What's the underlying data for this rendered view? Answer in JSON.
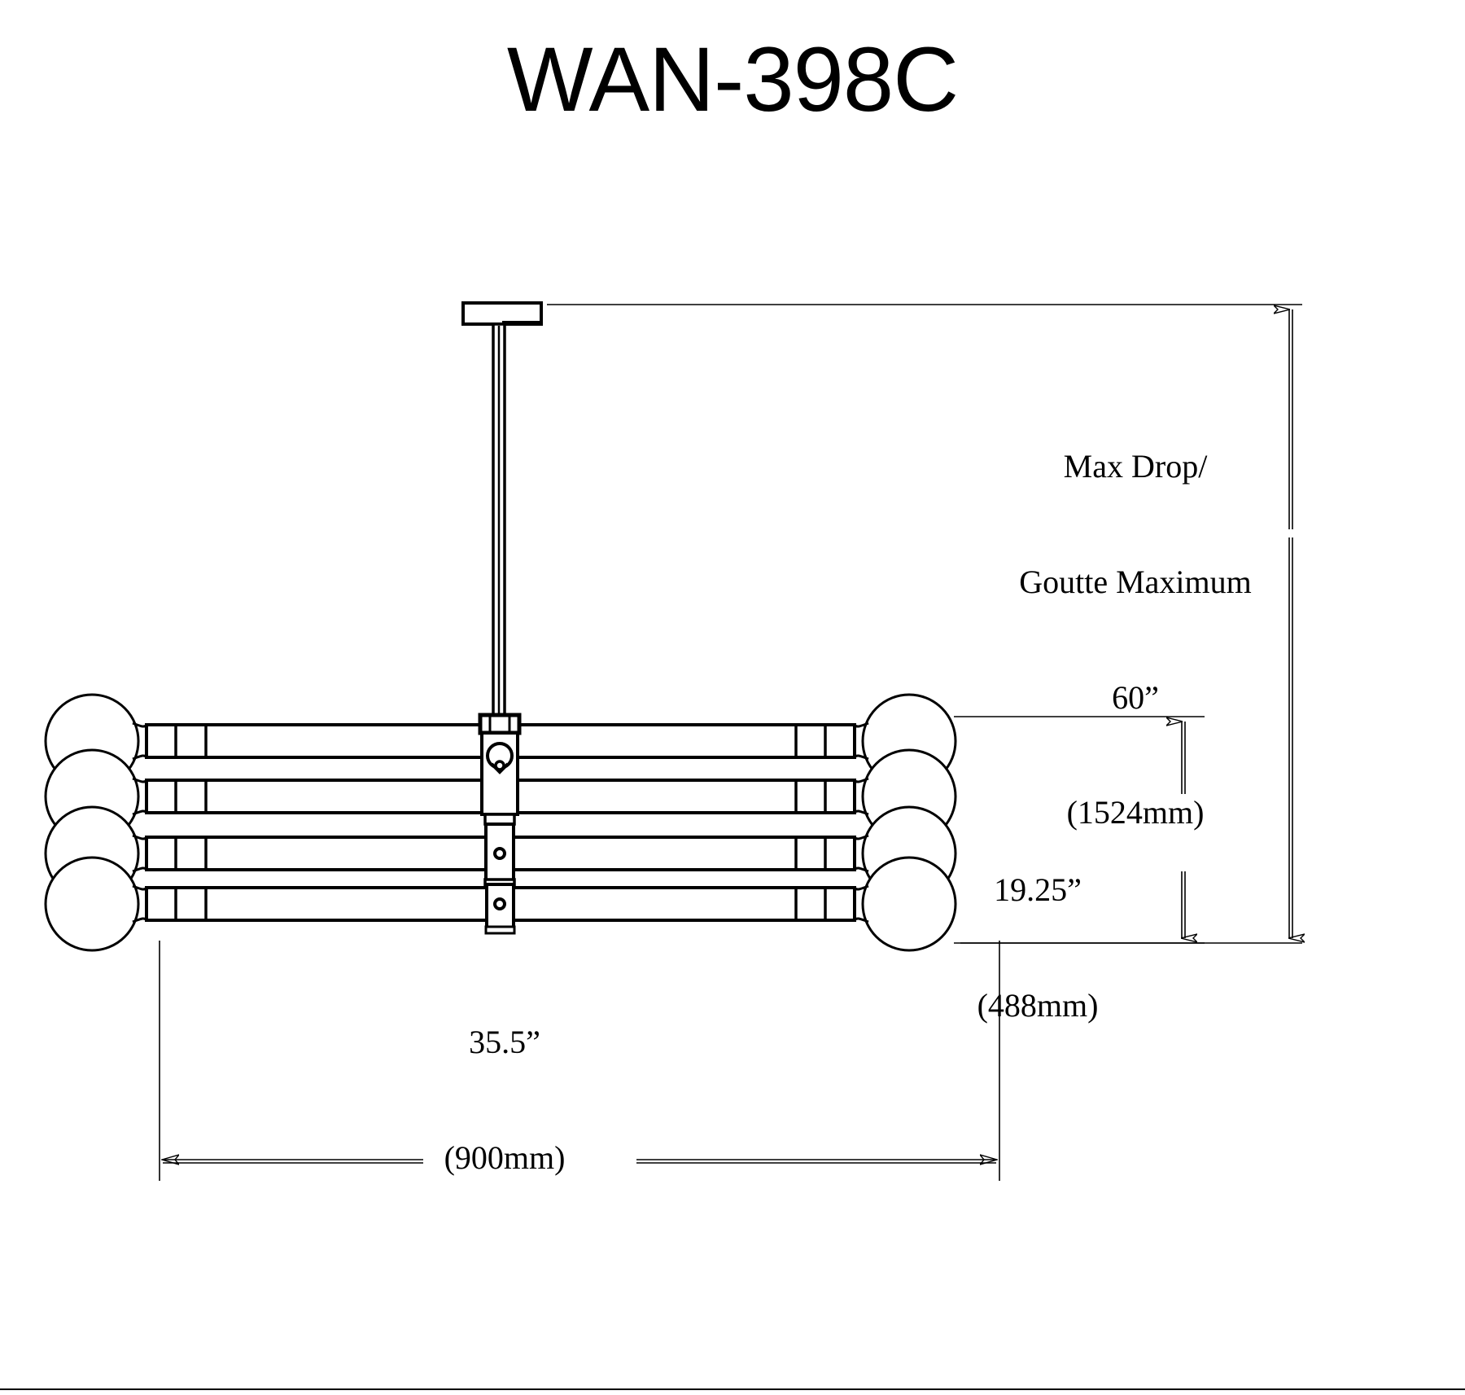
{
  "drawing": {
    "title": "WAN-398C",
    "product_type": "linear-chandelier-pendant",
    "view": "elevation-front",
    "background_color": "#ffffff",
    "line_color": "#000000"
  },
  "dimensions": {
    "max_drop": {
      "line1": "Max Drop/",
      "line2": "Goutte Maximum",
      "line3": "60”",
      "line4": "(1524mm)",
      "value_in": 60,
      "value_mm": 1524
    },
    "height": {
      "line1": "19.25”",
      "line2": "(488mm)",
      "value_in": 19.25,
      "value_mm": 488
    },
    "width": {
      "line1": "35.5”",
      "line2": "(900mm)",
      "value_in": 35.5,
      "value_mm": 900
    }
  },
  "fixture": {
    "canopy": "rectangular-ceiling-canopy",
    "stem": "vertical-downrod",
    "arm_count": 4,
    "globe_count": 8,
    "globes_per_side": 4,
    "center_body": "stacked-hub-blocks"
  }
}
